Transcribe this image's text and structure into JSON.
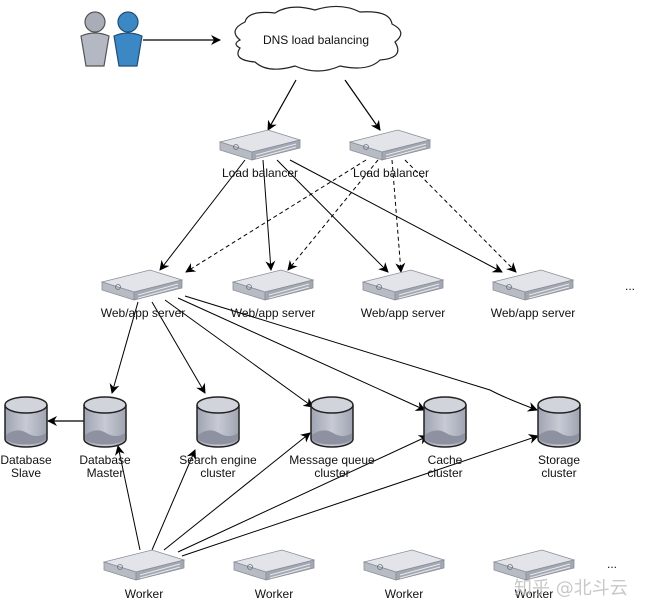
{
  "title": "Web architecture diagram",
  "users": {
    "label": ""
  },
  "dns": {
    "label": "DNS load balancing"
  },
  "load_balancers": [
    {
      "label": "Load balancer"
    },
    {
      "label": "Load balancer"
    }
  ],
  "web_servers": [
    {
      "label": "Web/app server"
    },
    {
      "label": "Web/app server"
    },
    {
      "label": "Web/app server"
    },
    {
      "label": "Web/app server"
    }
  ],
  "web_ellipsis": "...",
  "data_stores": [
    {
      "line1": "Database",
      "line2": "Slave"
    },
    {
      "line1": "Database",
      "line2": "Master"
    },
    {
      "line1": "Search engine",
      "line2": "cluster"
    },
    {
      "line1": "Message queue",
      "line2": "cluster"
    },
    {
      "line1": "Cache",
      "line2": "cluster"
    },
    {
      "line1": "Storage",
      "line2": "cluster"
    }
  ],
  "workers": [
    {
      "label": "Worker"
    },
    {
      "label": "Worker"
    },
    {
      "label": "Worker"
    },
    {
      "label": "Worker"
    }
  ],
  "worker_ellipsis": "...",
  "watermark": "知乎 @北斗云",
  "colors": {
    "server": "#c9ccd4",
    "cylinder": "#b9bdc9",
    "user_gray": "#a9adb8",
    "user_blue": "#3b88c4"
  }
}
